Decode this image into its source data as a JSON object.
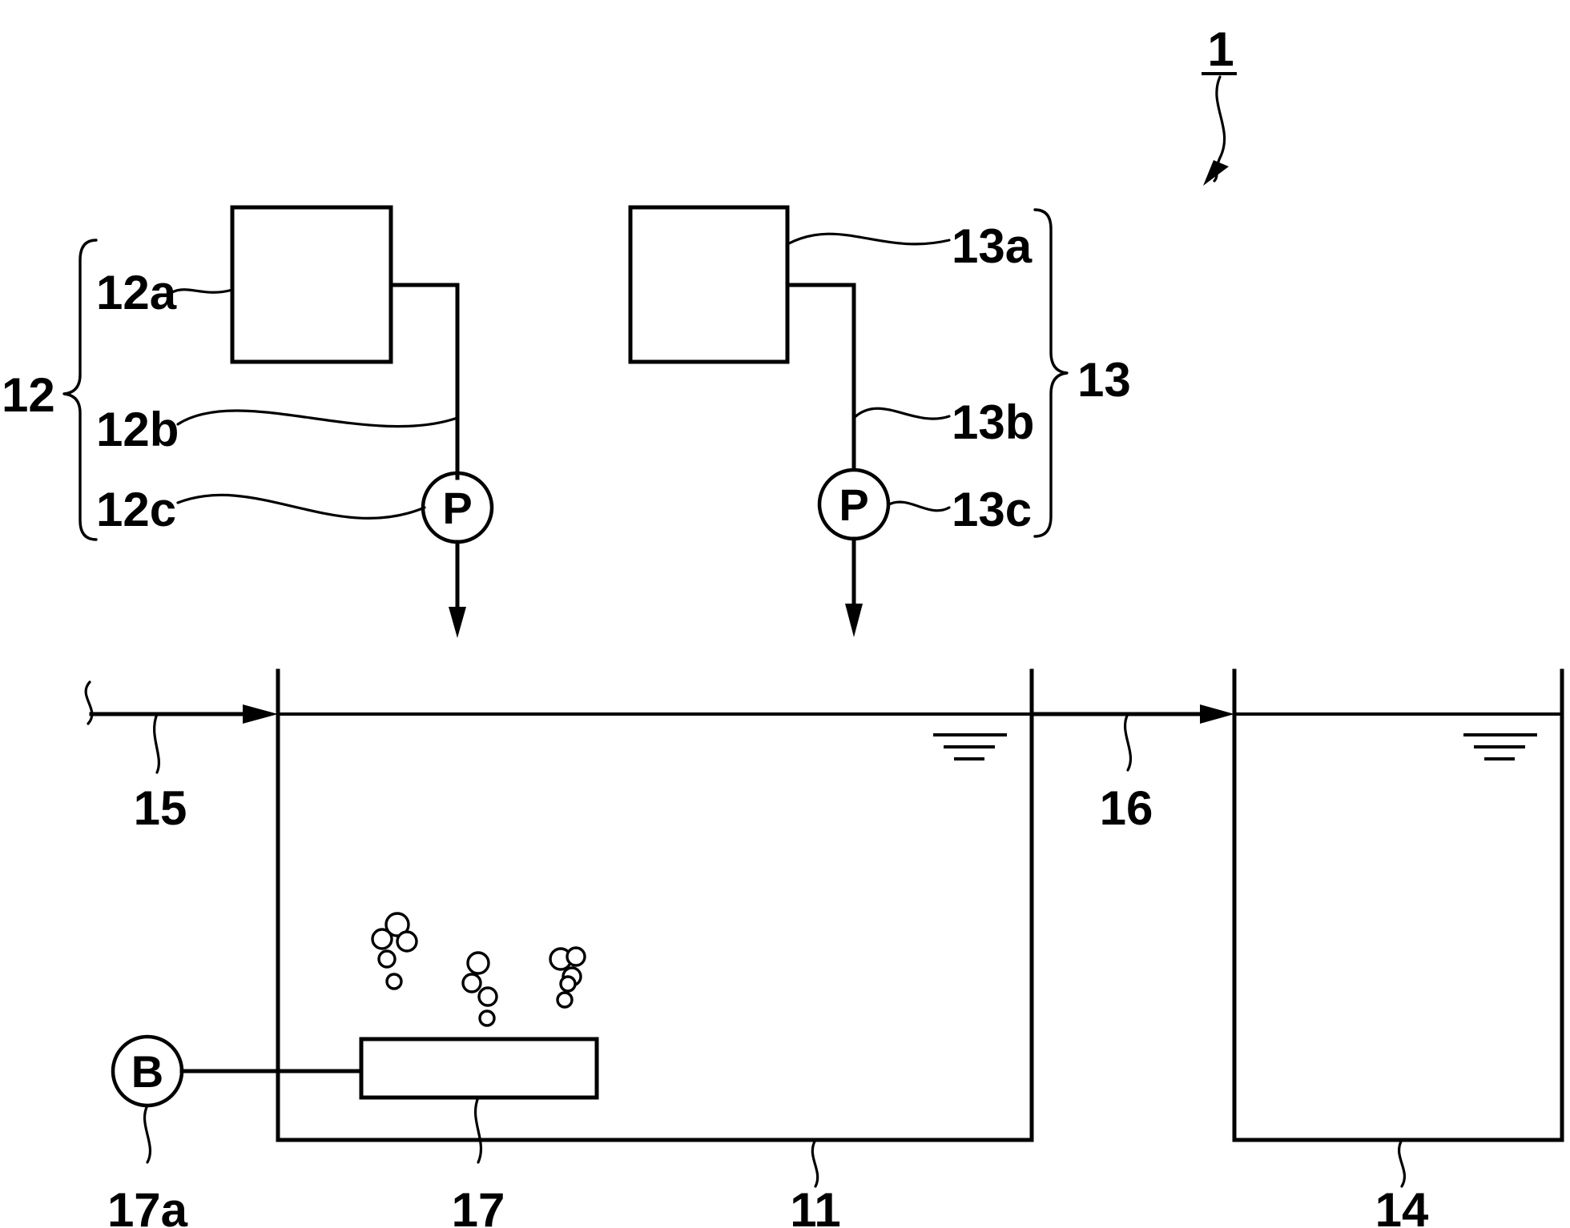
{
  "figure": {
    "labels": {
      "system": "1",
      "tank_main": "11",
      "group_12": "12",
      "part_12a": "12a",
      "part_12b": "12b",
      "part_12c": "12c",
      "group_13": "13",
      "part_13a": "13a",
      "part_13b": "13b",
      "part_13c": "13c",
      "tank_second": "14",
      "inflow_line": "15",
      "transfer_line": "16",
      "diffuser": "17",
      "blower": "17a"
    },
    "symbols": {
      "pump": "P",
      "blower": "B"
    }
  }
}
